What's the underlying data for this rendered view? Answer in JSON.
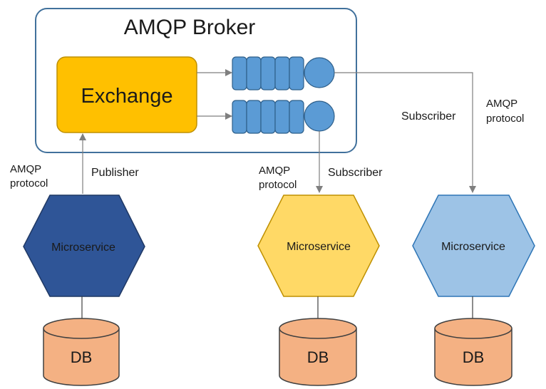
{
  "broker": {
    "title": "AMQP Broker"
  },
  "exchange": {
    "label": "Exchange"
  },
  "queues": [
    {
      "id": "queue-1",
      "segments": 5
    },
    {
      "id": "queue-2",
      "segments": 5
    }
  ],
  "edges": {
    "publisher": {
      "label": "Publisher",
      "protocol_line1": "AMQP",
      "protocol_line2": "protocol"
    },
    "subscriber_1": {
      "label": "Subscriber",
      "protocol_line1": "AMQP",
      "protocol_line2": "protocol"
    },
    "subscriber_2": {
      "label": "Subscriber",
      "protocol_line1": "AMQP",
      "protocol_line2": "protocol"
    }
  },
  "microservices": [
    {
      "label": "Microservice",
      "role": "publisher",
      "color": "#2f5597"
    },
    {
      "label": "Microservice",
      "role": "subscriber",
      "color": "#ffd966"
    },
    {
      "label": "Microservice",
      "role": "subscriber",
      "color": "#9dc3e6"
    }
  ],
  "databases": [
    {
      "label": "DB",
      "color": "#f4b183"
    },
    {
      "label": "DB",
      "color": "#f4b183"
    },
    {
      "label": "DB",
      "color": "#f4b183"
    }
  ],
  "colors": {
    "broker_border": "#41719c",
    "exchange_fill": "#ffc000",
    "exchange_border": "#bf9000",
    "queue_fill": "#5b9bd5",
    "queue_border": "#2e5f8a",
    "arrow": "#808080"
  }
}
